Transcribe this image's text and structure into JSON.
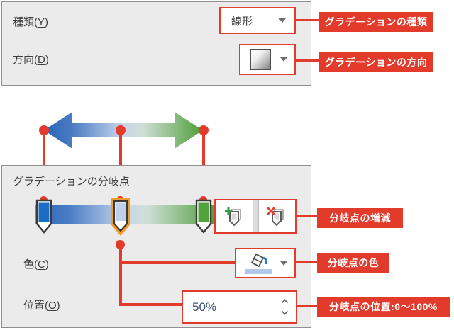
{
  "type_row": {
    "label_prefix": "種類(",
    "mnemonic": "Y",
    "label_suffix": ")",
    "value": "線形"
  },
  "direction_row": {
    "label_prefix": "方向(",
    "mnemonic": "D",
    "label_suffix": ")"
  },
  "stops_panel": {
    "title": "グラデーションの分岐点",
    "color_row": {
      "label_prefix": "色(",
      "mnemonic": "C",
      "label_suffix": ")"
    },
    "position_row": {
      "label_prefix": "位置(",
      "mnemonic": "O",
      "label_suffix": ")",
      "value": "50%"
    }
  },
  "annotations": {
    "gradient_type": "グラデーションの種類",
    "gradient_direction": "グラデーションの方向",
    "stop_add_remove": "分岐点の増減",
    "stop_color": "分岐点の色",
    "stop_position": "分岐点の位置:0～100%"
  },
  "stops": [
    {
      "name": "left-stop",
      "color": "#1c6cc4",
      "selected": false
    },
    {
      "name": "middle-stop",
      "color": "#bfd0ea",
      "selected": true
    },
    {
      "name": "right-stop",
      "color": "#52a33c",
      "selected": false
    }
  ],
  "colors": {
    "annotation_red": "#e23a2b",
    "panel_bg": "#ebebeb",
    "panel_border": "#8f8f8f",
    "gradient_blue": "#2b65b6",
    "gradient_light": "#c8d6ec",
    "gradient_green": "#4f9e39",
    "selected_stop_outline": "#ef9b2d",
    "color_swatch_underline": "#b0c7e9"
  },
  "icons": {
    "dropdown_arrow": "▼",
    "add_stop": "+",
    "remove_stop": "×",
    "spinner_up": "^",
    "spinner_down": "v"
  }
}
